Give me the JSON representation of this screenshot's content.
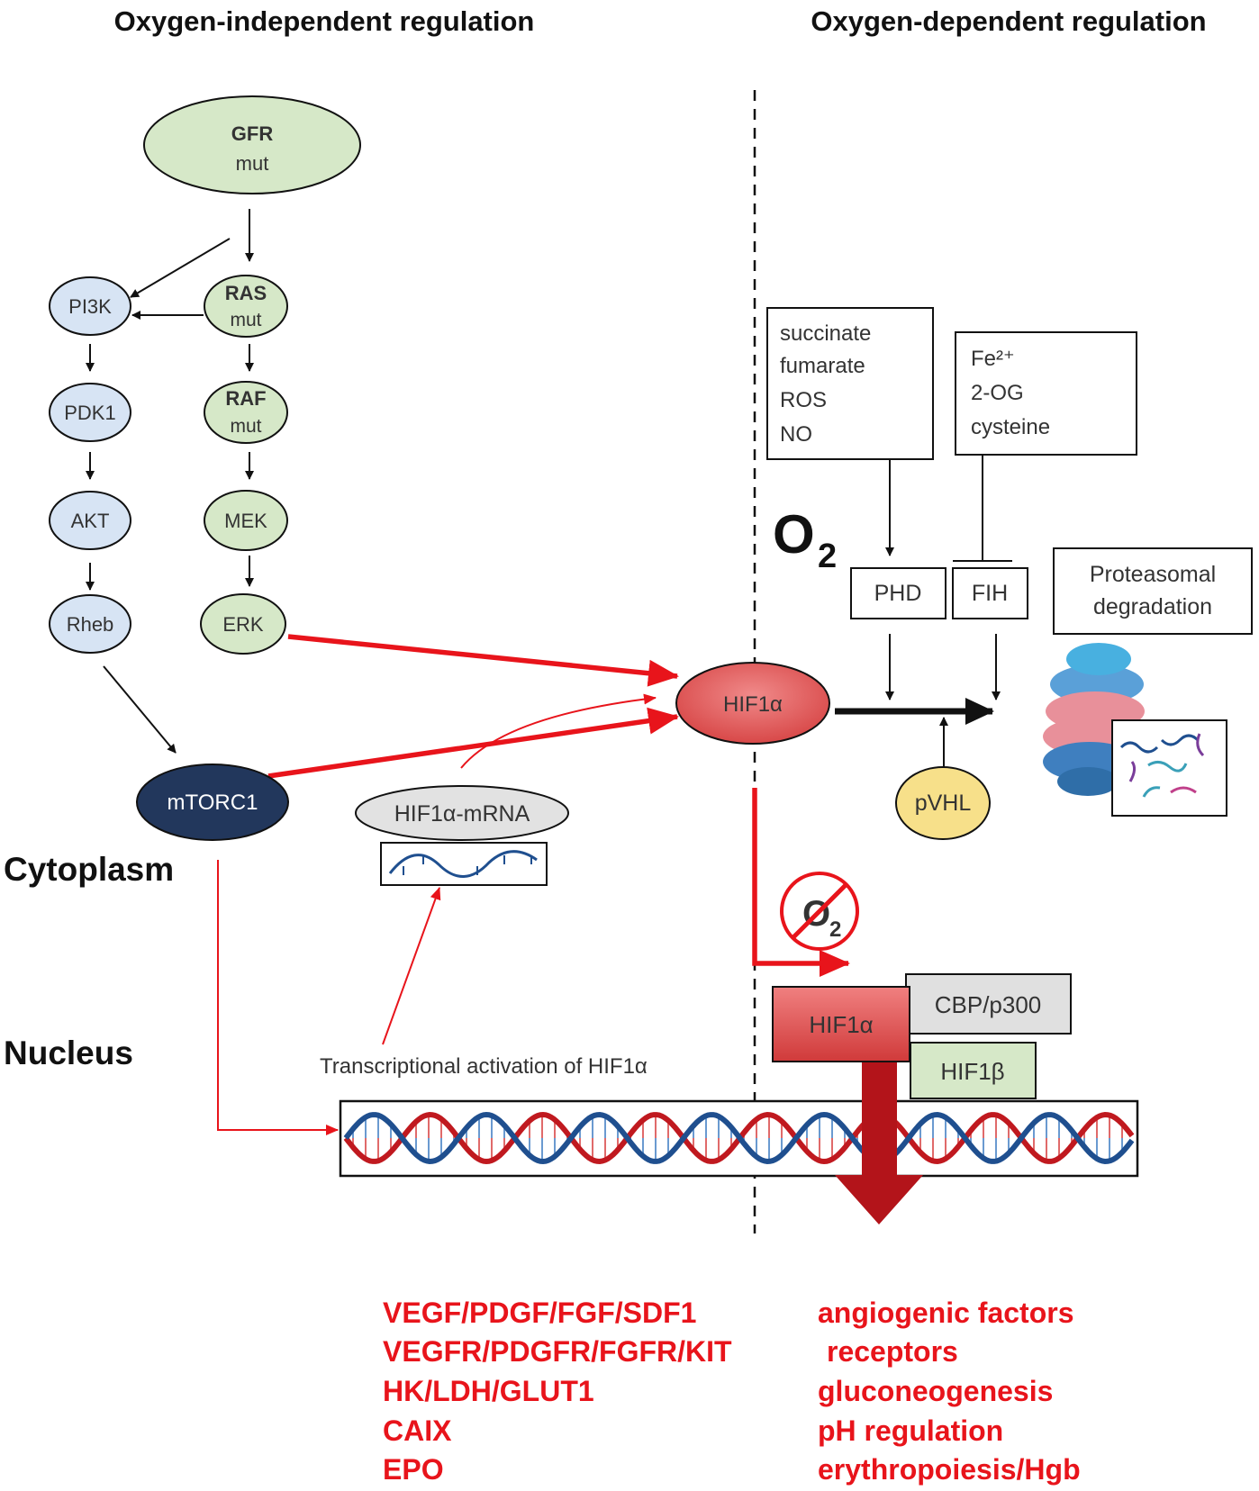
{
  "headers": {
    "left": "Oxygen-independent regulation",
    "right": "Oxygen-dependent regulation"
  },
  "nodes": {
    "gfr": {
      "name": "GFR",
      "sub": "mut"
    },
    "pi3k": "PI3K",
    "ras": {
      "name": "RAS",
      "sub": "mut"
    },
    "pdk1": "PDK1",
    "raf": {
      "name": "RAF",
      "sub": "mut"
    },
    "akt": "AKT",
    "mek": "MEK",
    "rheb": "Rheb",
    "erk": "ERK",
    "mtorc1": "mTORC1",
    "hif1a": "HIF1α",
    "hif1a_mrna": "HIF1α-mRNA",
    "phd": "PHD",
    "fih": "FIH",
    "pvhl": "pVHL",
    "proteasome_label": [
      "Proteasomal",
      "degradation"
    ],
    "hif1a_nuclear": "HIF1α",
    "cbp": "CBP/p300",
    "hif1b": "HIF1β"
  },
  "boxes": {
    "phd_modulators": [
      "succinate",
      "fumarate",
      "ROS",
      "NO"
    ],
    "fih_cofactors": [
      "Fe²⁺",
      "2-OG",
      "cysteine"
    ]
  },
  "labels": {
    "o2_main": "O",
    "o2_main_sub": "2",
    "o2_blocked": "O",
    "o2_blocked_sub": "2",
    "cytoplasm": "Cytoplasm",
    "nucleus": "Nucleus",
    "transcription": "Transcriptional activation of HIF1α"
  },
  "targets": {
    "genes": [
      "VEGF/PDGF/FGF/SDF1",
      "VEGFR/PDGFR/FGFR/KIT",
      "HK/LDH/GLUT1",
      "CAIX",
      "EPO"
    ],
    "functions": [
      "angiogenic factors",
      "receptors",
      "gluconeogenesis",
      "pH regulation",
      "erythropoiesis/Hgb"
    ]
  },
  "colors": {
    "red": "#e8141b",
    "dark_red": "#c0171c",
    "green_node": "#d6e8c8",
    "blue_node": "#d7e4f4",
    "mtorc1": "#22375c",
    "hif_node": "#e36565",
    "pvhl": "#f7e08a",
    "dna_red": "#c0191f",
    "dna_blue": "#1f4f8f"
  }
}
